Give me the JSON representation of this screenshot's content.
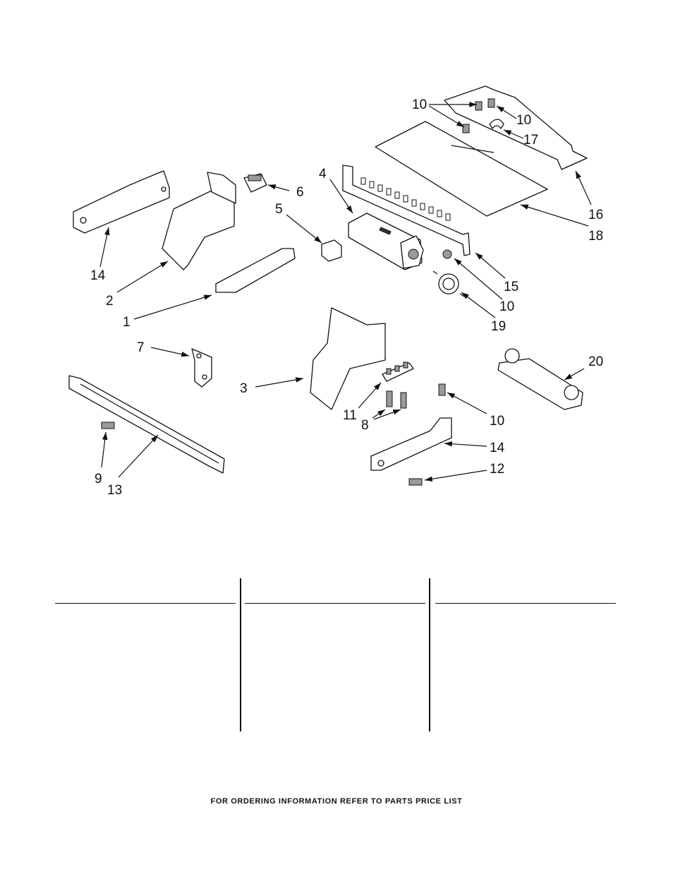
{
  "diagram": {
    "callouts": {
      "c1": "1",
      "c2": "2",
      "c3": "3",
      "c4": "4",
      "c5": "5",
      "c6": "6",
      "c7": "7",
      "c8": "8",
      "c9": "9",
      "c10a": "10",
      "c10b": "10",
      "c10c": "10",
      "c10d": "10",
      "c11": "11",
      "c12": "12",
      "c13": "13",
      "c14a": "14",
      "c14b": "14",
      "c15": "15",
      "c16": "16",
      "c17": "17",
      "c18": "18",
      "c19": "19",
      "c20": "20"
    }
  },
  "footer": {
    "note": "FOR ORDERING INFORMATION REFER TO PARTS PRICE LIST"
  }
}
